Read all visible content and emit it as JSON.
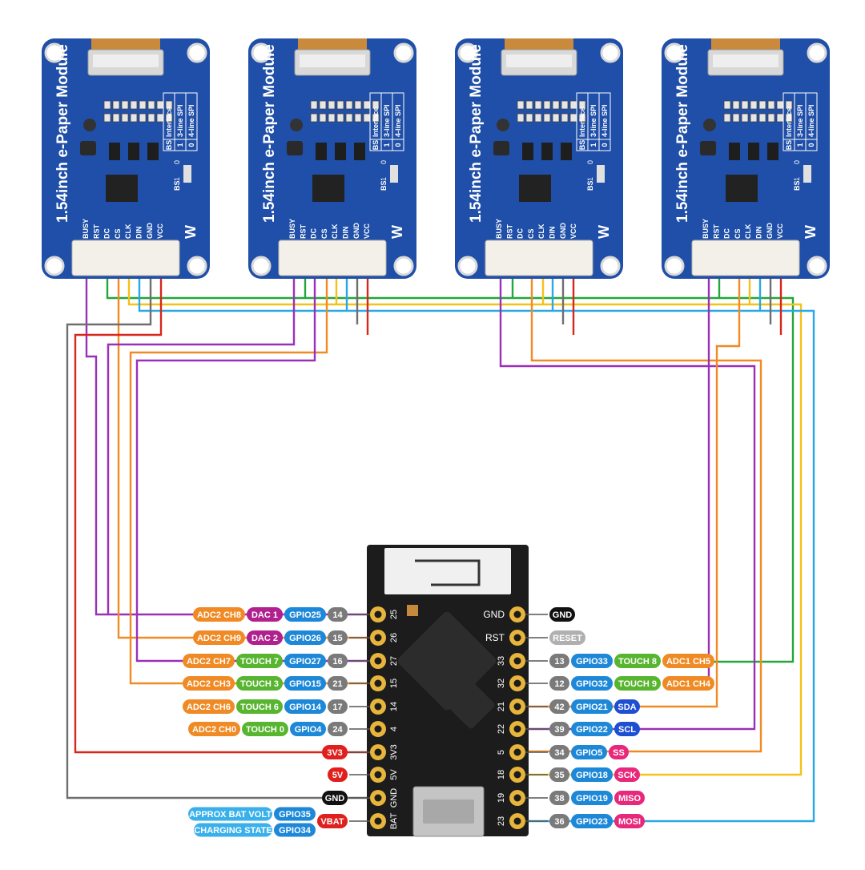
{
  "colors": {
    "purple": "#9b30b8",
    "orange": "#f08a24",
    "yellow": "#f6c11a",
    "green": "#23a63c",
    "blue": "#2aa7e6",
    "gray": "#6f6f6f",
    "red": "#d7261c",
    "board_blue": "#1f4fa8",
    "pcb_black": "#1c1c1c",
    "pin_gold": "#e7b53b",
    "label_orange": "#f08a24",
    "label_purple": "#b0208e",
    "label_blue": "#1e88d8",
    "label_green": "#58b530",
    "label_gray": "#7a7a7a",
    "label_red": "#e0201d",
    "label_black": "#111111",
    "label_navy": "#1e4fd2",
    "label_pink": "#e8287a",
    "label_lightblue": "#3ab0ea",
    "label_reset": "#b0b0b0"
  },
  "modules": [
    {
      "title": "1.54inch e-Paper Module",
      "pins": [
        "BUSY",
        "RST",
        "DC",
        "CS",
        "CLK",
        "DIN",
        "GND",
        "VCC"
      ],
      "table": {
        "header": [
          "BS",
          "Interface"
        ],
        "rows": [
          [
            "1",
            "3-line SPI"
          ],
          [
            "0",
            "4-line SPI"
          ]
        ]
      },
      "bs_label": "BS",
      "bs_values": [
        "1",
        "0"
      ]
    },
    {
      "title": "1.54inch e-Paper Module",
      "pins": [
        "BUSY",
        "RST",
        "DC",
        "CS",
        "CLK",
        "DIN",
        "GND",
        "VCC"
      ],
      "table": {
        "header": [
          "BS",
          "Interface"
        ],
        "rows": [
          [
            "1",
            "3-line SPI"
          ],
          [
            "0",
            "4-line SPI"
          ]
        ]
      },
      "bs_label": "BS",
      "bs_values": [
        "1",
        "0"
      ]
    },
    {
      "title": "1.54inch e-Paper Module",
      "pins": [
        "BUSY",
        "RST",
        "DC",
        "CS",
        "CLK",
        "DIN",
        "GND",
        "VCC"
      ],
      "table": {
        "header": [
          "BS",
          "Interface"
        ],
        "rows": [
          [
            "1",
            "3-line SPI"
          ],
          [
            "0",
            "4-line SPI"
          ]
        ]
      },
      "bs_label": "BS",
      "bs_values": [
        "1",
        "0"
      ]
    },
    {
      "title": "1.54inch e-Paper Module",
      "pins": [
        "BUSY",
        "RST",
        "DC",
        "CS",
        "CLK",
        "DIN",
        "GND",
        "VCC"
      ],
      "table": {
        "header": [
          "BS",
          "Interface"
        ],
        "rows": [
          [
            "1",
            "3-line SPI"
          ],
          [
            "0",
            "4-line SPI"
          ]
        ]
      },
      "bs_label": "BS",
      "bs_values": [
        "1",
        "0"
      ]
    }
  ],
  "board": {
    "left_pins": [
      "25",
      "26",
      "27",
      "15",
      "14",
      "4",
      "3V3",
      "5V",
      "GND",
      "BAT"
    ],
    "right_pins": [
      "GND",
      "RST",
      "33",
      "32",
      "21",
      "22",
      "5",
      "18",
      "19",
      "23"
    ]
  },
  "left_labels": [
    [
      {
        "t": "ADC2 CH8",
        "c": "label_orange"
      },
      {
        "t": "DAC 1",
        "c": "label_purple"
      },
      {
        "t": "GPIO25",
        "c": "label_blue"
      },
      {
        "t": "14",
        "c": "label_gray"
      }
    ],
    [
      {
        "t": "ADC2 CH9",
        "c": "label_orange"
      },
      {
        "t": "DAC 2",
        "c": "label_purple"
      },
      {
        "t": "GPIO26",
        "c": "label_blue"
      },
      {
        "t": "15",
        "c": "label_gray"
      }
    ],
    [
      {
        "t": "ADC2 CH7",
        "c": "label_orange"
      },
      {
        "t": "TOUCH 7",
        "c": "label_green"
      },
      {
        "t": "GPIO27",
        "c": "label_blue"
      },
      {
        "t": "16",
        "c": "label_gray"
      }
    ],
    [
      {
        "t": "ADC2 CH3",
        "c": "label_orange"
      },
      {
        "t": "TOUCH 3",
        "c": "label_green"
      },
      {
        "t": "GPIO15",
        "c": "label_blue"
      },
      {
        "t": "21",
        "c": "label_gray"
      }
    ],
    [
      {
        "t": "ADC2 CH6",
        "c": "label_orange"
      },
      {
        "t": "TOUCH 6",
        "c": "label_green"
      },
      {
        "t": "GPIO14",
        "c": "label_blue"
      },
      {
        "t": "17",
        "c": "label_gray"
      }
    ],
    [
      {
        "t": "ADC2 CH0",
        "c": "label_orange"
      },
      {
        "t": "TOUCH 0",
        "c": "label_green"
      },
      {
        "t": "GPIO4",
        "c": "label_blue"
      },
      {
        "t": "24",
        "c": "label_gray"
      }
    ],
    [
      {
        "t": "3V3",
        "c": "label_red"
      }
    ],
    [
      {
        "t": "5V",
        "c": "label_red"
      }
    ],
    [
      {
        "t": "GND",
        "c": "label_black"
      }
    ],
    [
      {
        "t": "VBAT",
        "c": "label_red"
      }
    ]
  ],
  "right_labels": [
    [
      {
        "t": "GND",
        "c": "label_black"
      }
    ],
    [
      {
        "t": "RESET",
        "c": "label_reset"
      }
    ],
    [
      {
        "t": "13",
        "c": "label_gray"
      },
      {
        "t": "GPIO33",
        "c": "label_blue"
      },
      {
        "t": "TOUCH 8",
        "c": "label_green"
      },
      {
        "t": "ADC1 CH5",
        "c": "label_orange"
      }
    ],
    [
      {
        "t": "12",
        "c": "label_gray"
      },
      {
        "t": "GPIO32",
        "c": "label_blue"
      },
      {
        "t": "TOUCH 9",
        "c": "label_green"
      },
      {
        "t": "ADC1 CH4",
        "c": "label_orange"
      }
    ],
    [
      {
        "t": "42",
        "c": "label_gray"
      },
      {
        "t": "GPIO21",
        "c": "label_blue"
      },
      {
        "t": "SDA",
        "c": "label_navy"
      }
    ],
    [
      {
        "t": "39",
        "c": "label_gray"
      },
      {
        "t": "GPIO22",
        "c": "label_blue"
      },
      {
        "t": "SCL",
        "c": "label_navy"
      }
    ],
    [
      {
        "t": "34",
        "c": "label_gray"
      },
      {
        "t": "GPIO5",
        "c": "label_blue"
      },
      {
        "t": "SS",
        "c": "label_pink"
      }
    ],
    [
      {
        "t": "35",
        "c": "label_gray"
      },
      {
        "t": "GPIO18",
        "c": "label_blue"
      },
      {
        "t": "SCK",
        "c": "label_pink"
      }
    ],
    [
      {
        "t": "38",
        "c": "label_gray"
      },
      {
        "t": "GPIO19",
        "c": "label_blue"
      },
      {
        "t": "MISO",
        "c": "label_pink"
      }
    ],
    [
      {
        "t": "36",
        "c": "label_gray"
      },
      {
        "t": "GPIO23",
        "c": "label_blue"
      },
      {
        "t": "MOSI",
        "c": "label_pink"
      }
    ]
  ],
  "battery_labels": [
    [
      {
        "t": "APPROX BAT VOLT",
        "c": "label_lightblue"
      },
      {
        "t": "GPIO35",
        "c": "label_blue"
      }
    ],
    [
      {
        "t": "CHARGING STATE",
        "c": "label_lightblue"
      },
      {
        "t": "GPIO34",
        "c": "label_blue"
      }
    ]
  ]
}
